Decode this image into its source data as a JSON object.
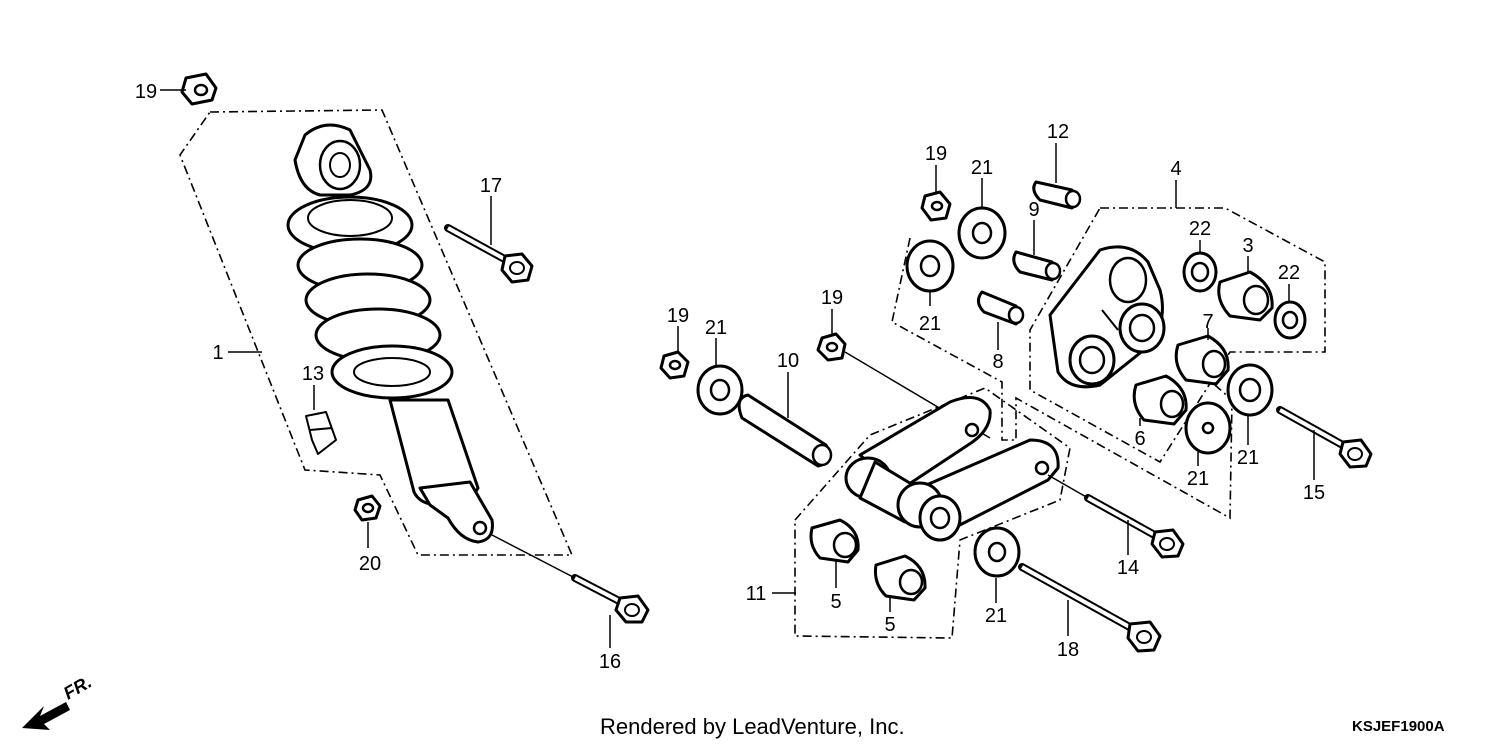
{
  "diagram": {
    "callouts": [
      {
        "id": "c-19a",
        "label": "19"
      },
      {
        "id": "c-17",
        "label": "17"
      },
      {
        "id": "c-1",
        "label": "1"
      },
      {
        "id": "c-13",
        "label": "13"
      },
      {
        "id": "c-20",
        "label": "20"
      },
      {
        "id": "c-16",
        "label": "16"
      },
      {
        "id": "c-19b",
        "label": "19"
      },
      {
        "id": "c-21a",
        "label": "21"
      },
      {
        "id": "c-10",
        "label": "10"
      },
      {
        "id": "c-19c",
        "label": "19"
      },
      {
        "id": "c-11",
        "label": "11"
      },
      {
        "id": "c-5a",
        "label": "5"
      },
      {
        "id": "c-5b",
        "label": "5"
      },
      {
        "id": "c-19d",
        "label": "19"
      },
      {
        "id": "c-21b",
        "label": "21"
      },
      {
        "id": "c-21c",
        "label": "21"
      },
      {
        "id": "c-12",
        "label": "12"
      },
      {
        "id": "c-9",
        "label": "9"
      },
      {
        "id": "c-8",
        "label": "8"
      },
      {
        "id": "c-4",
        "label": "4"
      },
      {
        "id": "c-22a",
        "label": "22"
      },
      {
        "id": "c-3",
        "label": "3"
      },
      {
        "id": "c-22b",
        "label": "22"
      },
      {
        "id": "c-7",
        "label": "7"
      },
      {
        "id": "c-6",
        "label": "6"
      },
      {
        "id": "c-21d",
        "label": "21"
      },
      {
        "id": "c-21e",
        "label": "21"
      },
      {
        "id": "c-15",
        "label": "15"
      },
      {
        "id": "c-14",
        "label": "14"
      },
      {
        "id": "c-21f",
        "label": "21"
      },
      {
        "id": "c-18",
        "label": "18"
      }
    ],
    "front_indicator": "FR.",
    "credit": "Rendered by LeadVenture, Inc.",
    "diagram_code": "KSJEF1900A"
  }
}
